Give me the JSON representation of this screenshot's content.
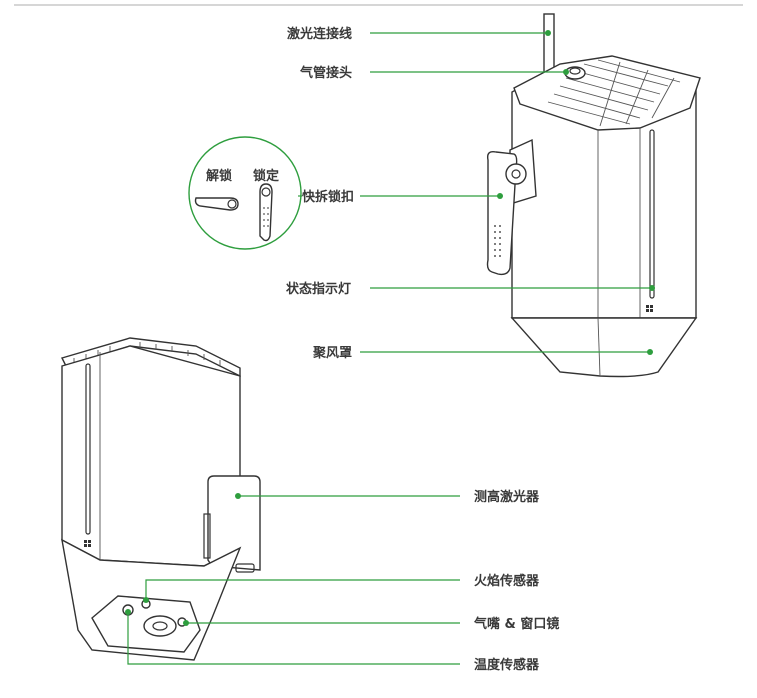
{
  "colors": {
    "accent": "#2e9e3e",
    "outline": "#333333",
    "text": "#3a3a3a",
    "divider": "#c8c8c8"
  },
  "upper_unit_labels": {
    "laser_cable": "激光连接线",
    "air_fitting": "气管接头",
    "quick_release": "快拆锁扣",
    "status_light": "状态指示灯",
    "air_hood": "聚风罩"
  },
  "inset": {
    "unlock": "解锁",
    "lock": "锁定"
  },
  "lower_unit_labels": {
    "height_laser": "测高激光器",
    "flame_sensor": "火焰传感器",
    "nozzle_window": "气嘴 & 窗口镜",
    "temp_sensor": "温度传感器"
  }
}
